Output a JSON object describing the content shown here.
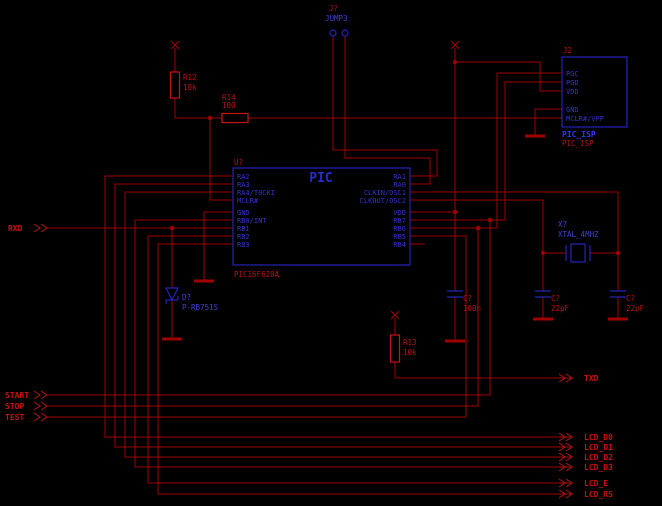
{
  "colors": {
    "background": "#000000",
    "wire_red": "#a00000",
    "symbol_blue": "#2323b8",
    "label_red": "#b81414",
    "net_label_red": "#c81010",
    "bright_blue": "#3434ff"
  },
  "labels": {
    "rxd": "RXD",
    "txd": "TXD",
    "start": "START",
    "stop": "STOP",
    "test": "TEST",
    "lcd_d0": "LCD_D0",
    "lcd_d1": "LCD_D1",
    "lcd_d2": "LCD_D2",
    "lcd_d3": "LCD_D3",
    "lcd_e": "LCD_E",
    "lcd_rs": "LCD_RS"
  },
  "pic": {
    "refdes": "U?",
    "title": "PIC",
    "part": "PIC16F628A",
    "left_pins": [
      "RA2",
      "RA3",
      "RA4/T0CKI",
      "MCLR#",
      "GND",
      "RB0/INT",
      "RB1",
      "RB2",
      "RB3"
    ],
    "right_pins": [
      "RA1",
      "RA0",
      "CLKIN/OSC1",
      "CLKOUT/OSC2",
      "VDD",
      "RB7",
      "RB6",
      "RB5",
      "RB4"
    ]
  },
  "isp": {
    "refdes": "J2",
    "pins": [
      "PGC",
      "PGD",
      "VDD",
      "GND",
      "MCLR#/VPP"
    ],
    "name": "PIC_ISP",
    "value": "PIC_ISP"
  },
  "jumper": {
    "refdes": "J?",
    "value": "JUMP3"
  },
  "components": {
    "r12": {
      "refdes": "R12",
      "value": "10k"
    },
    "r13": {
      "refdes": "R13",
      "value": "10k"
    },
    "r14": {
      "refdes": "R14",
      "value": "100"
    },
    "c100n": {
      "refdes": "C?",
      "value": "100n"
    },
    "c22p_left": {
      "refdes": "C?",
      "value": "22pF"
    },
    "c22p_right": {
      "refdes": "C?",
      "value": "22pF"
    },
    "diode": {
      "refdes": "D?",
      "value": "P-RB751S"
    },
    "xtal": {
      "refdes": "X?",
      "value": "XTAL_4MHZ"
    }
  }
}
